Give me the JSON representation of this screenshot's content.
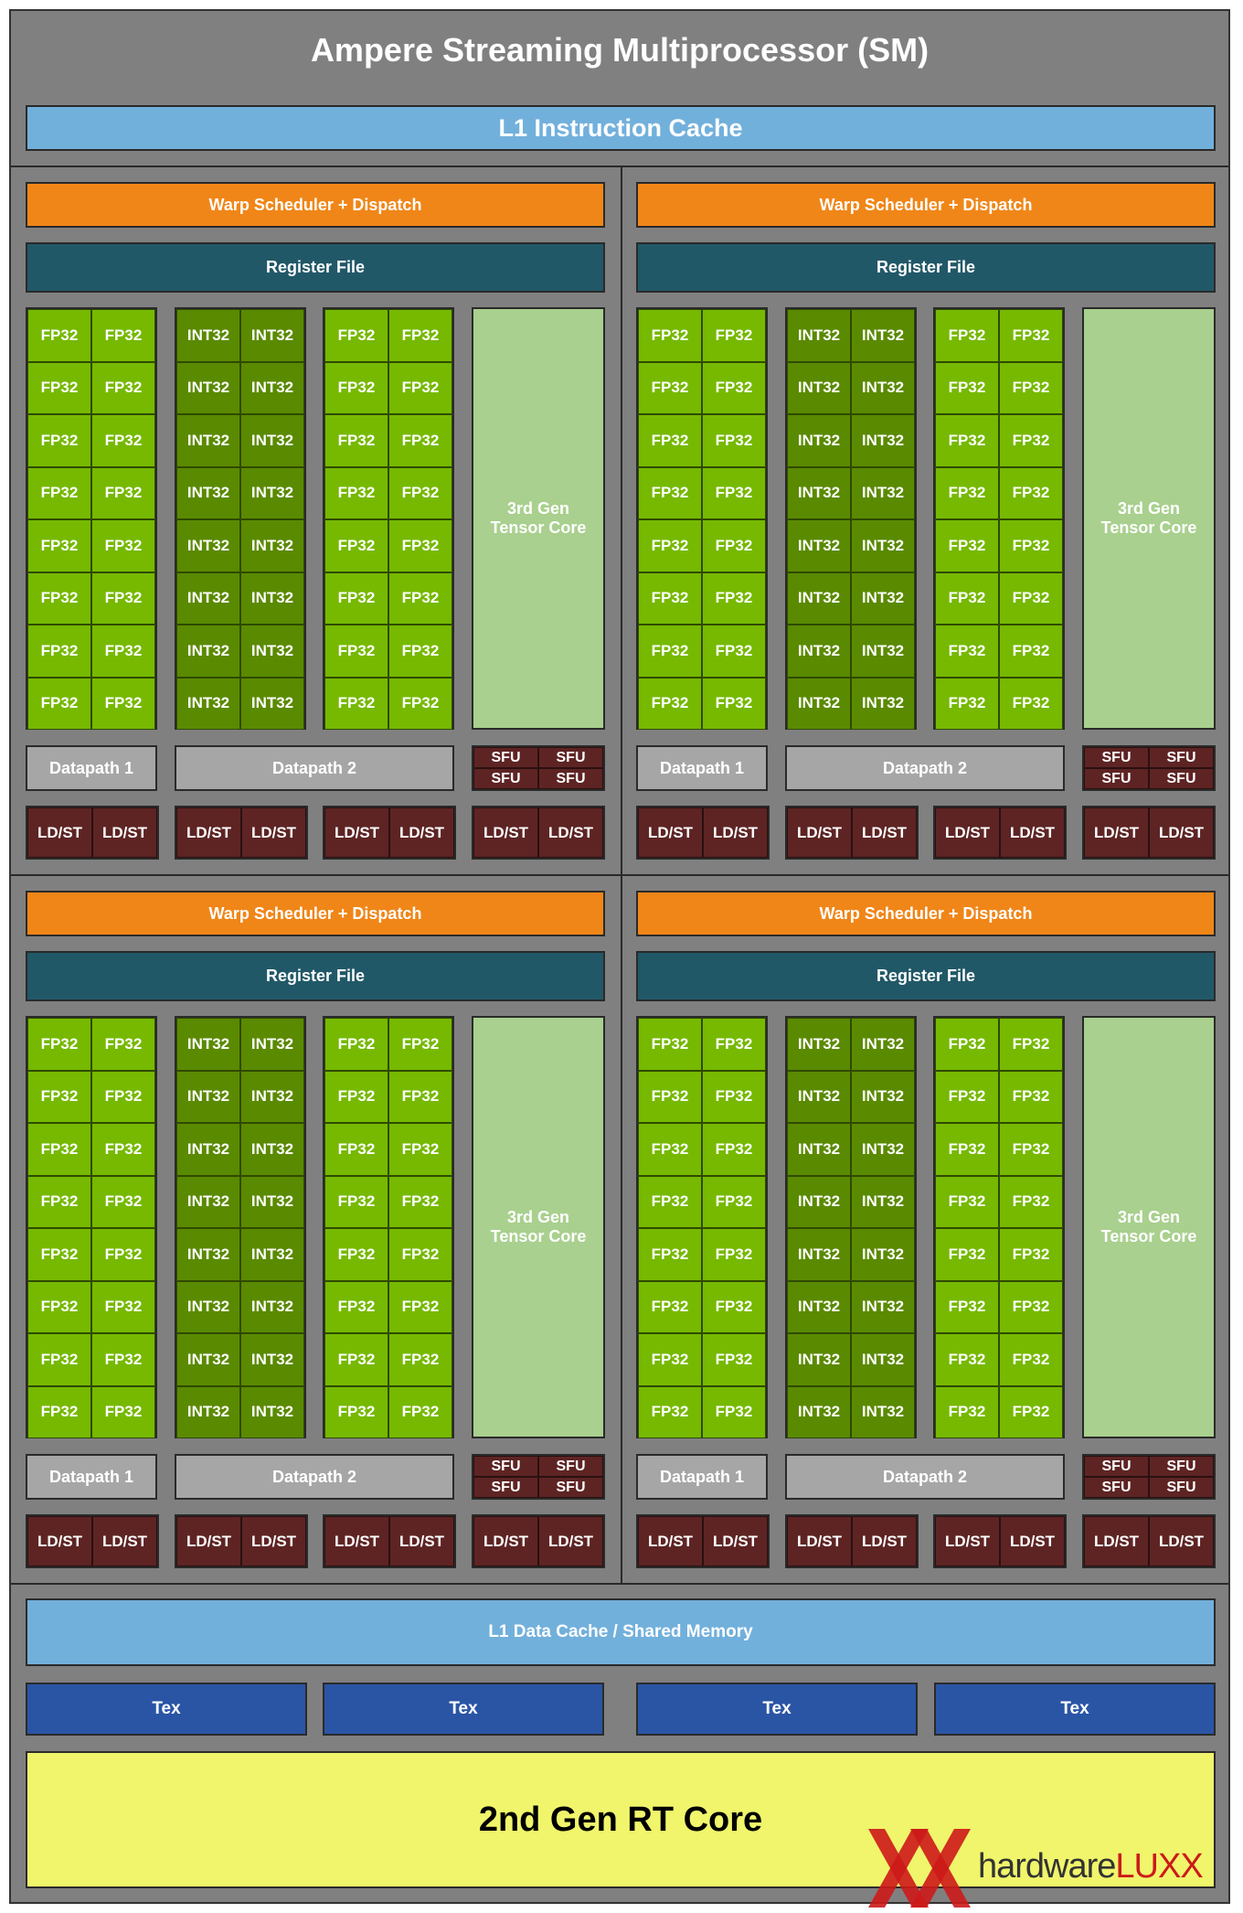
{
  "title": "Ampere Streaming Multiprocessor (SM)",
  "l1_instruction_cache": "L1 Instruction Cache",
  "quadrants": [
    {
      "warp_scheduler": "Warp Scheduler + Dispatch",
      "register_file": "Register File",
      "fp32": "FP32",
      "int32": "INT32",
      "tensor_core_line1": "3rd Gen",
      "tensor_core_line2": "Tensor Core",
      "datapath1": "Datapath 1",
      "datapath2": "Datapath 2",
      "sfu": "SFU",
      "ldst": "LD/ST"
    },
    {
      "warp_scheduler": "Warp Scheduler + Dispatch",
      "register_file": "Register File",
      "fp32": "FP32",
      "int32": "INT32",
      "tensor_core_line1": "3rd Gen",
      "tensor_core_line2": "Tensor Core",
      "datapath1": "Datapath 1",
      "datapath2": "Datapath 2",
      "sfu": "SFU",
      "ldst": "LD/ST"
    },
    {
      "warp_scheduler": "Warp Scheduler + Dispatch",
      "register_file": "Register File",
      "fp32": "FP32",
      "int32": "INT32",
      "tensor_core_line1": "3rd Gen",
      "tensor_core_line2": "Tensor Core",
      "datapath1": "Datapath 1",
      "datapath2": "Datapath 2",
      "sfu": "SFU",
      "ldst": "LD/ST"
    },
    {
      "warp_scheduler": "Warp Scheduler + Dispatch",
      "register_file": "Register File",
      "fp32": "FP32",
      "int32": "INT32",
      "tensor_core_line1": "3rd Gen",
      "tensor_core_line2": "Tensor Core",
      "datapath1": "Datapath 1",
      "datapath2": "Datapath 2",
      "sfu": "SFU",
      "ldst": "LD/ST"
    }
  ],
  "l1_data_cache": "L1 Data Cache / Shared Memory",
  "tex_units": [
    "Tex",
    "Tex",
    "Tex",
    "Tex"
  ],
  "rt_core": "2nd Gen RT Core",
  "watermark": {
    "brand_plain": "hardware",
    "brand_accent": "LUXX"
  },
  "colors": {
    "background": "#808080",
    "l1_cache": "#72b0dc",
    "warp_scheduler": "#f08618",
    "register_file": "#215868",
    "fp32": "#76b900",
    "int32": "#5a8a00",
    "tensor_core": "#a9d08e",
    "datapath": "#a6a6a6",
    "sfu_ldst": "#5e2424",
    "tex": "#2a55a5",
    "rt_core": "#f0f56b",
    "logo_red": "#cc1a1a"
  }
}
